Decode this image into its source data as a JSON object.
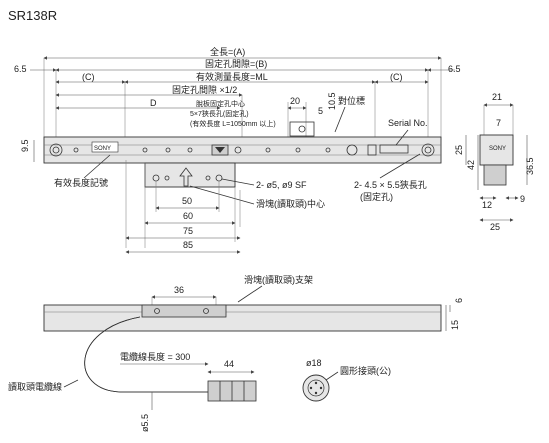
{
  "title": "SR138R",
  "dims": {
    "total_length": "全長=(A)",
    "hole_pitch": "固定孔間隙=(B)",
    "c_left": "(C)",
    "c_right": "(C)",
    "effective_length": "有效測量長度=ML",
    "half_pitch": "固定孔間隙 ×1/2",
    "d": "D",
    "overhang_left": "6.5",
    "overhang_right": "6.5",
    "h_9_5": "9.5",
    "d20": "20",
    "d5": "5",
    "d10_5": "10.5",
    "d50": "50",
    "d60": "60",
    "d75": "75",
    "d85": "85",
    "d25": "25",
    "d42": "42",
    "d21": "21",
    "d7": "7",
    "d36_5": "36.5",
    "d12": "12",
    "d9": "9",
    "d25b": "25",
    "d36": "36",
    "d6": "6",
    "d15": "15",
    "d44": "44",
    "d5_5": "ø5.5",
    "d18": "ø18"
  },
  "callouts": {
    "center_note_1": "脫板固定孔中心",
    "center_note_2": "5×7狹長孔(固定孔)",
    "center_note_3": "(有效長度 L=1050mm 以上)",
    "reference_mark": "對位標",
    "serial_no": "Serial No.",
    "effective_length_mark": "有效長度記號",
    "holes_2": "2- ø5, ø9 SF",
    "slots": "2- 4.5 × 5.5狹長孔",
    "slots_sub": "(固定孔)",
    "slider_center": "滑塊(讀取頭)中心",
    "slider_bracket": "滑塊(讀取頭)支架",
    "cable_length": "電纜線長度 = 300",
    "shield_cable": "讀取頭電纜線",
    "round_connector": "圓形接頭(公)"
  },
  "brand": {
    "logo": "SONY"
  }
}
